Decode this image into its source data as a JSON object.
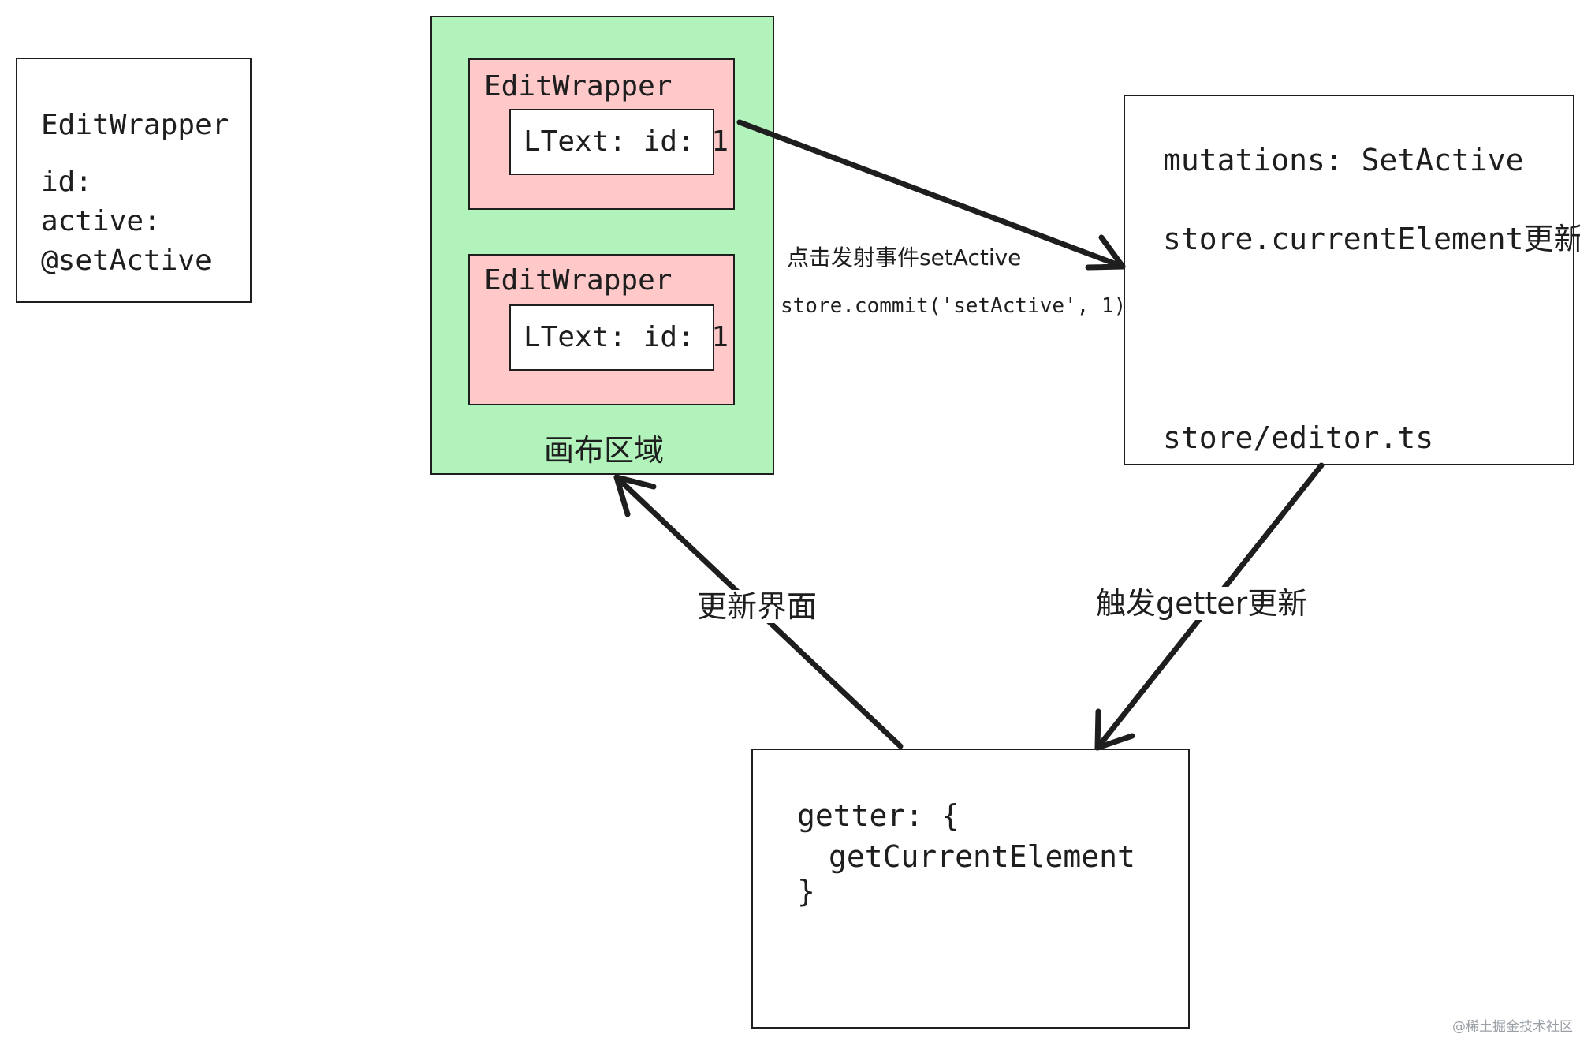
{
  "colors": {
    "canvas_fill": "#b2f2bb",
    "wrapper_fill": "#ffc9c9",
    "inner_fill": "#ffffff",
    "stroke": "#1e1e1e",
    "watermark": "#9aa0a6"
  },
  "component_box": {
    "title": "EditWrapper",
    "prop_id": "id:",
    "prop_active": "active:",
    "event": "@setActive"
  },
  "canvas": {
    "label": "画布区域",
    "wrappers": [
      {
        "title": "EditWrapper",
        "inner": "LText: id: 1"
      },
      {
        "title": "EditWrapper",
        "inner": "LText: id: 1"
      }
    ]
  },
  "store_box": {
    "line1": "mutations: SetActive",
    "line2": "store.currentElement更新",
    "footer": "store/editor.ts"
  },
  "getter_box": {
    "line1": "getter: {",
    "line2": "getCurrentElement",
    "line3": "}"
  },
  "arrow_labels": {
    "click_event": "点击发射事件setActive",
    "commit": "store.commit('setActive', 1)",
    "update_ui": "更新界面",
    "trigger_getter": "触发getter更新"
  },
  "watermark": "@稀土掘金技术社区"
}
